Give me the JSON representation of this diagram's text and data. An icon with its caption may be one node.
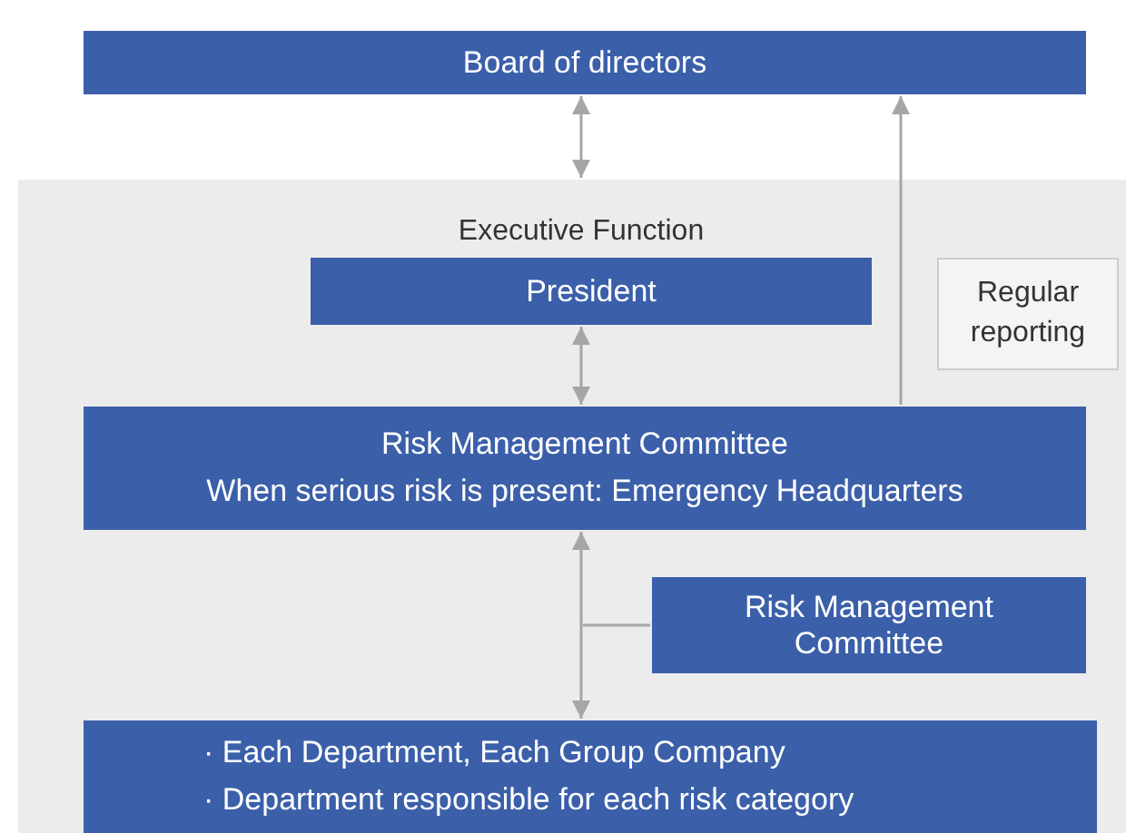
{
  "diagram": {
    "nodes": [
      {
        "text": [
          "Board of directors"
        ]
      },
      {
        "text": [
          "Executive Function"
        ]
      },
      {
        "text": [
          "President"
        ],
        "in": 1
      },
      {
        "text": [
          "Regular reporting"
        ],
        "in": 1
      },
      {
        "text": [
          "Risk Management Committee",
          "When serious risk is present: Emergency Headquarters"
        ],
        "in": 1
      },
      {
        "text": [
          "Risk Management Committee"
        ],
        "in": 1
      },
      {
        "text": [
          "· Each Department, Each Group Company",
          "· Department responsible for each risk category"
        ],
        "in": 1
      }
    ],
    "edges": [
      {
        "from": 0,
        "to": 1,
        "arrow": "both"
      },
      {
        "from": 2,
        "to": 4,
        "arrow": "both"
      },
      {
        "from": 4,
        "to": 0,
        "arrow": "to"
      },
      {
        "from": 4,
        "to": 6,
        "arrow": "both"
      },
      {
        "from": 5,
        "to": null,
        "arrow": "none"
      }
    ]
  }
}
